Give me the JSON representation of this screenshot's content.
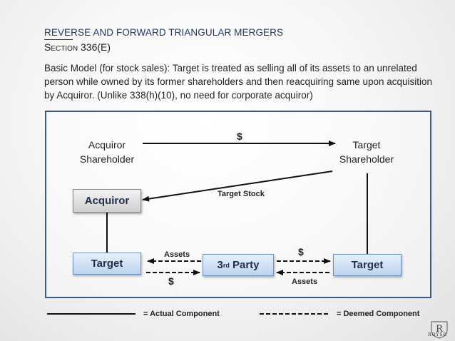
{
  "header": {
    "title": "REVERSE AND FORWARD TRIANGULAR MERGERS",
    "subtitle": "Section 336(E)"
  },
  "intro": "Basic Model (for stock sales):  Target is treated as selling all of its assets to an unrelated person while owned by its former shareholders and then reacquiring same upon acquisition by Acquiror. (Unlike 338(h)(10), no need for corporate acquiror)",
  "diagram": {
    "acquiror_shareholder": "Acquiror\nShareholder",
    "target_shareholder": "Target\nShareholder",
    "acquiror": "Acquiror",
    "target_left": "Target",
    "target_right": "Target",
    "third_party_num": "3",
    "third_party_sup": "rd",
    "third_party_rest": " Party",
    "dollar_top": "$",
    "target_stock": "Target Stock",
    "assets_left": "Assets",
    "dollar_left": "$",
    "dollar_right": "$",
    "assets_right": "Assets"
  },
  "legend": {
    "actual": "= Actual Component",
    "deemed": "= Deemed Component"
  },
  "logo": {
    "letter": "R",
    "word": "ROYSE"
  },
  "colors": {
    "title": "#1f3864",
    "frame": "#3b5a8a",
    "box_blue": "#bcd3ee",
    "box_grey": "#cfcfcf"
  }
}
